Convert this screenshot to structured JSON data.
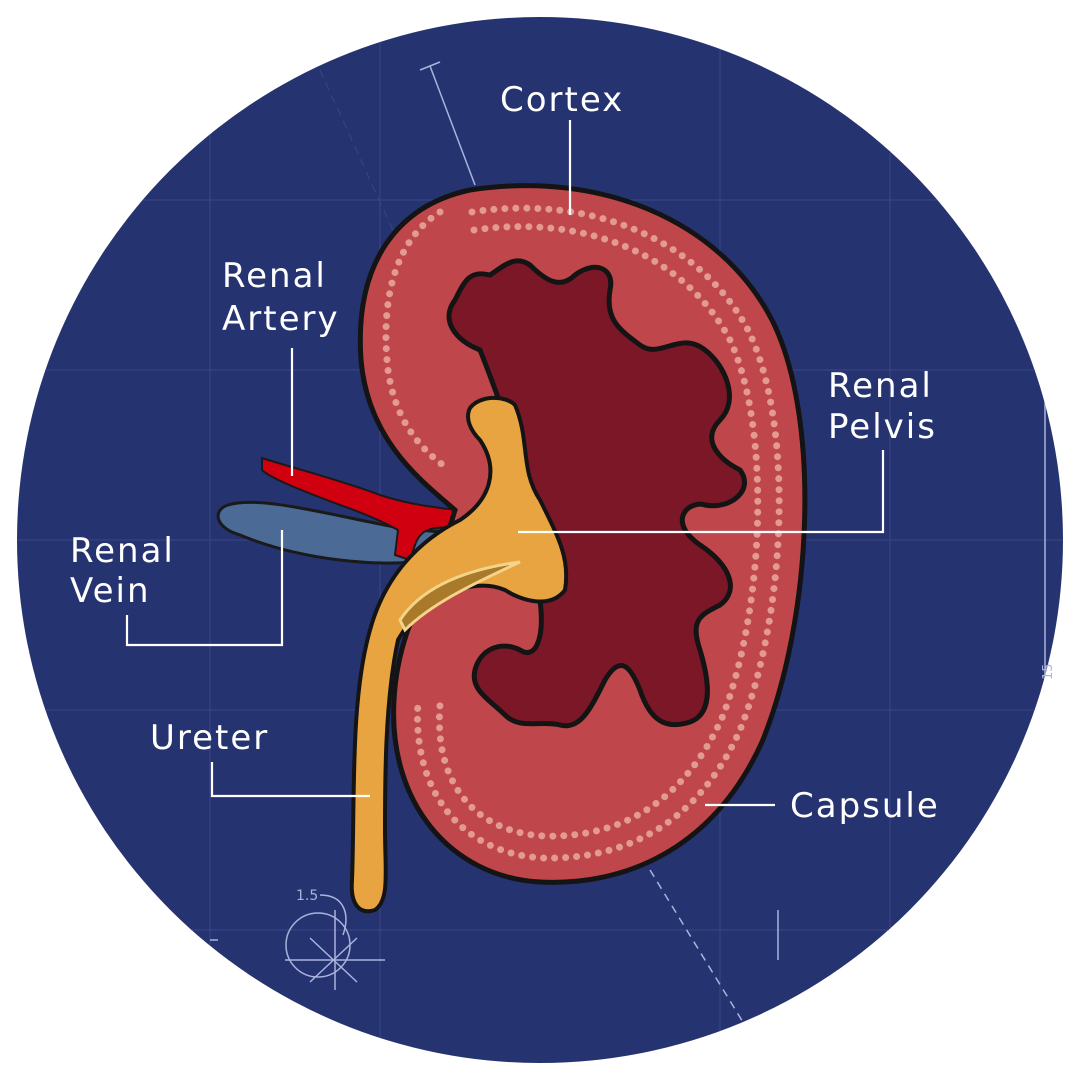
{
  "title": "Kidney anatomy",
  "labels": {
    "cortex": "Cortex",
    "renal_artery": [
      "Renal",
      "Artery"
    ],
    "renal_pelvis": [
      "Renal",
      "Pelvis"
    ],
    "renal_vein": [
      "Renal",
      "Vein"
    ],
    "ureter": "Ureter",
    "capsule": "Capsule"
  },
  "annotations": {
    "dimension": "1.5",
    "side_mark": "15"
  },
  "colors": {
    "background": "#263371",
    "cortex": "#bf474b",
    "medulla": "#7c1727",
    "pelvis": "#e8a440",
    "artery": "#d00010",
    "vein": "#4b6a95",
    "dots": "#e39a93"
  }
}
